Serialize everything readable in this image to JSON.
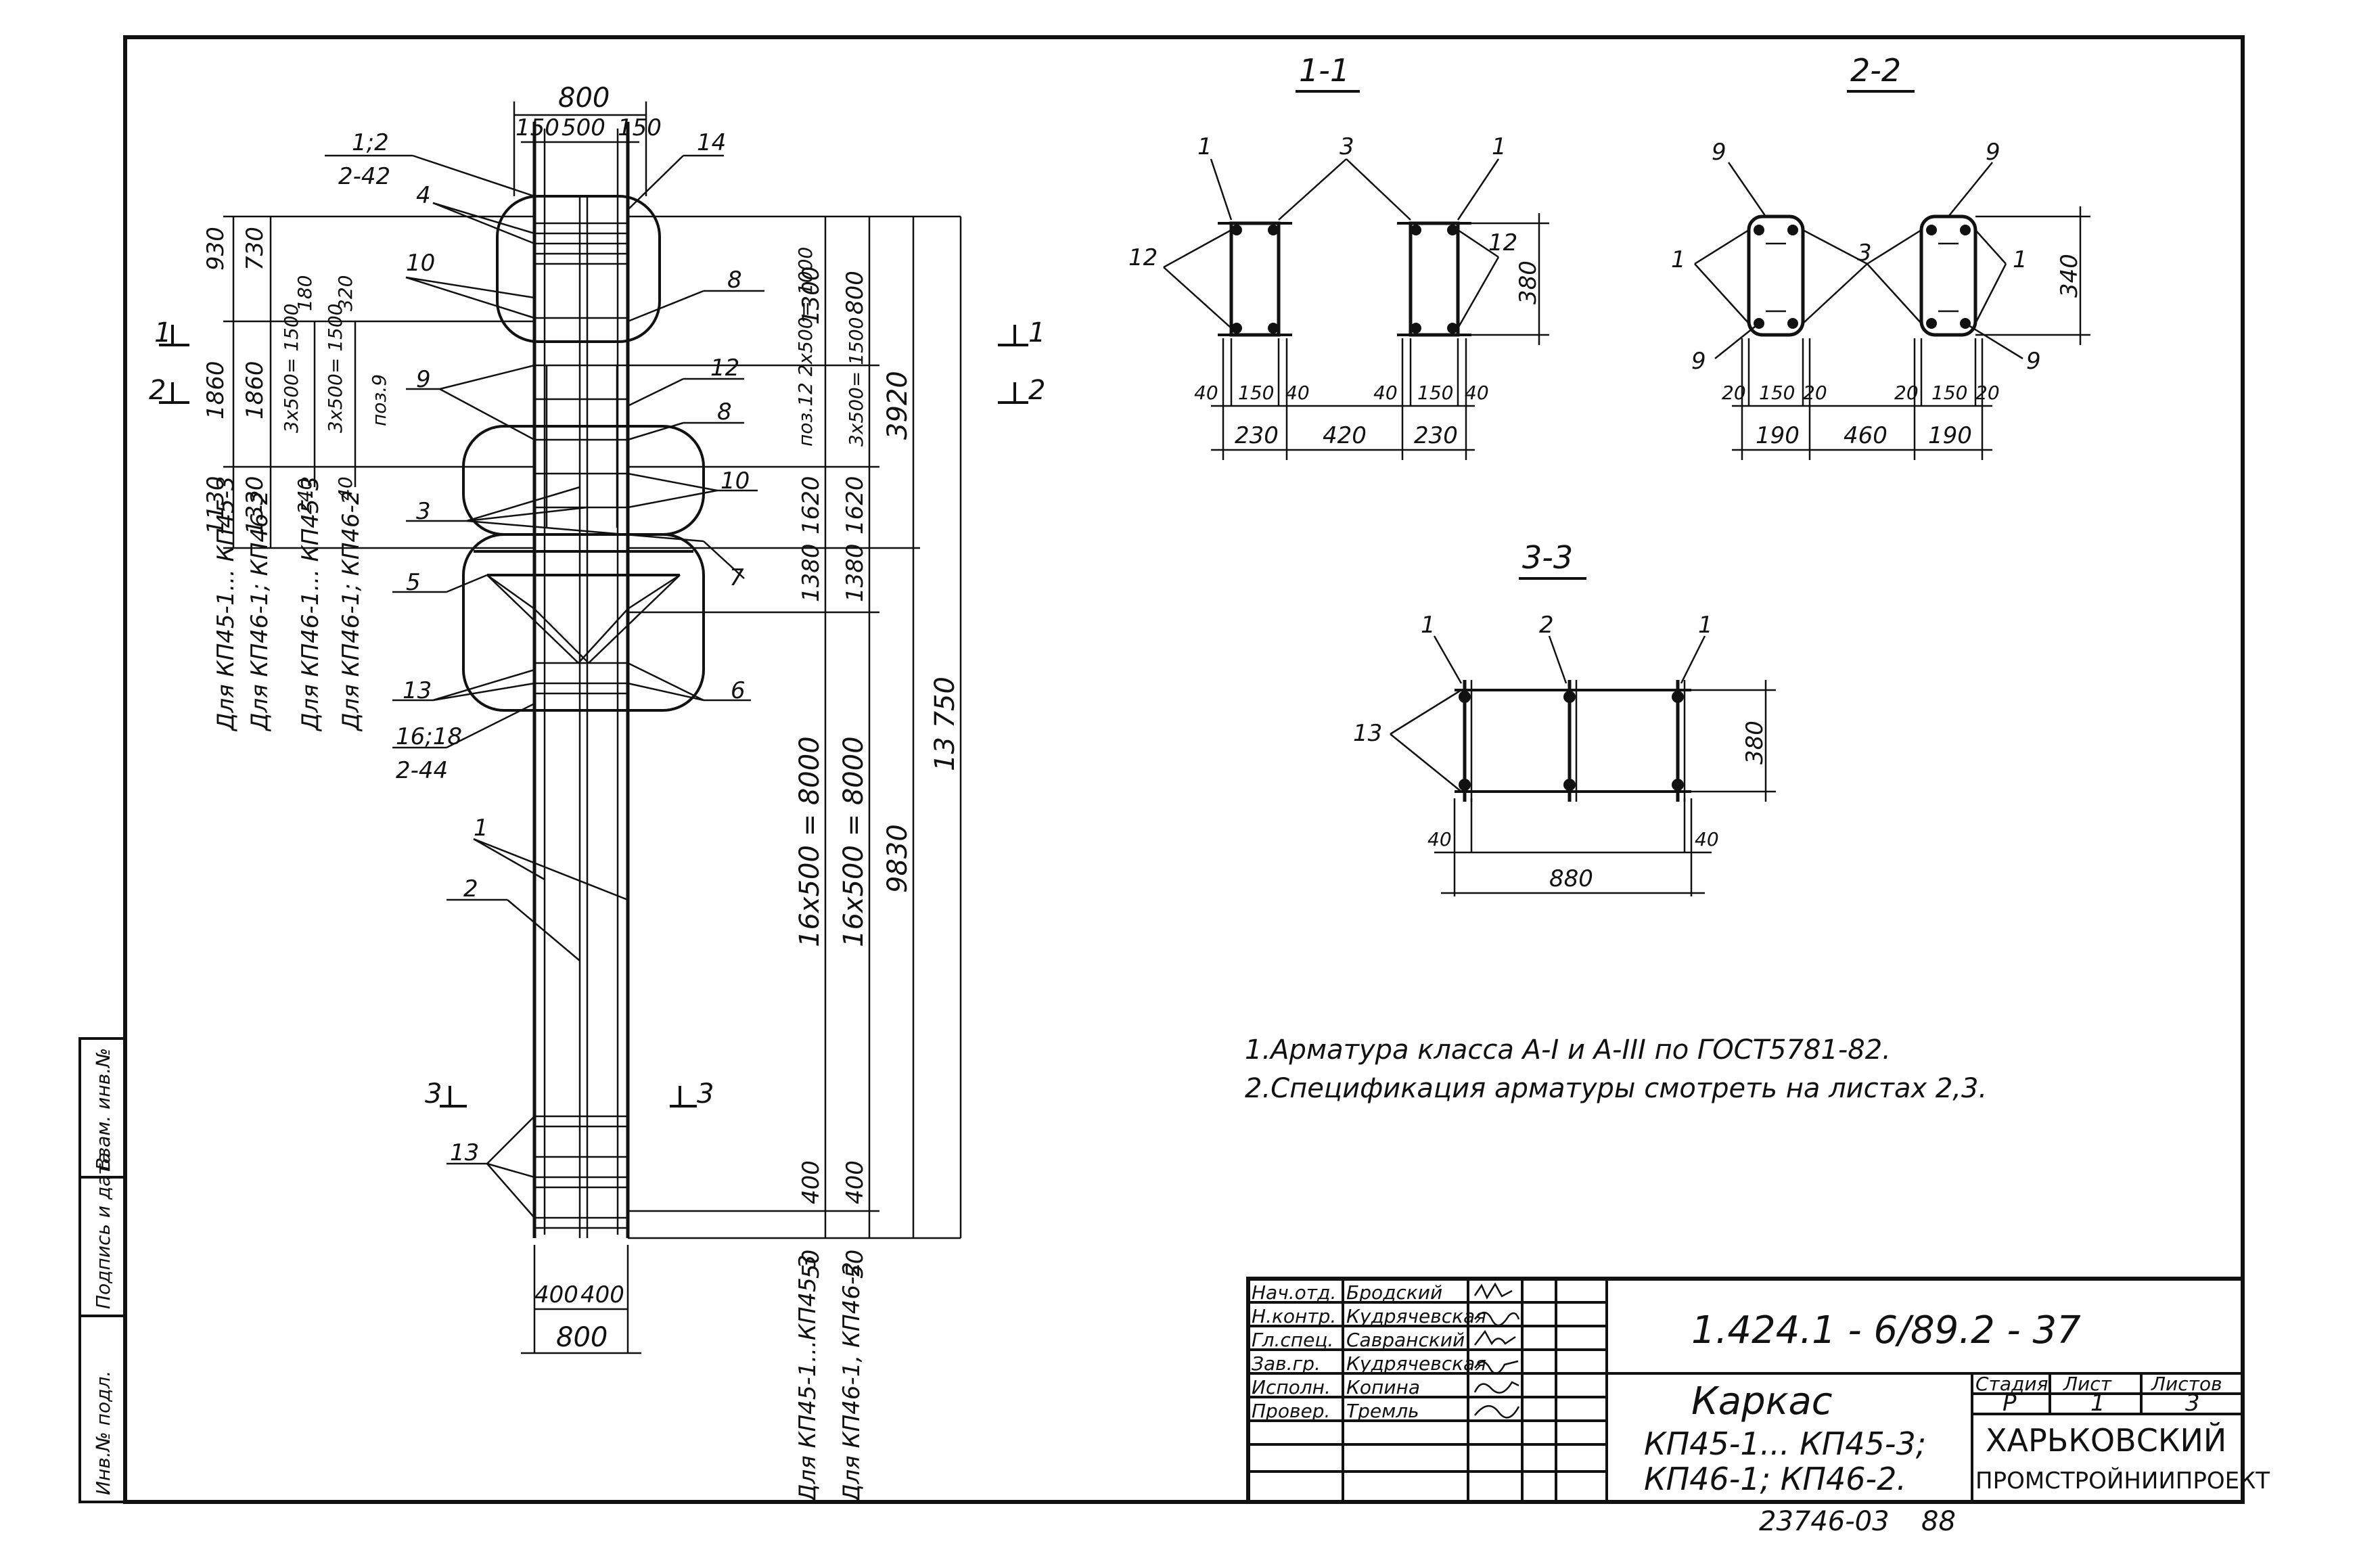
{
  "sections": {
    "s11": "1-1",
    "s22": "2-2",
    "s33": "3-3"
  },
  "elevation": {
    "top_dims": [
      "800",
      "150",
      "500",
      "150"
    ],
    "bottom_dims": [
      "400",
      "400",
      "800"
    ],
    "left_dims": [
      "930",
      "730",
      "1860",
      "1860",
      "1130",
      "1330"
    ],
    "inner_dims": [
      "180",
      "320",
      "3x500=\n1500",
      "3x500=\n1500",
      "поз.9",
      "240",
      "40"
    ],
    "right_dims": [
      "1300",
      "800",
      "поз.12\n2x500=\n1000",
      "3x500=\n1500",
      "1620",
      "1620",
      "1380",
      "1380",
      "16x500 = 8000",
      "16x500 = 8000",
      "400",
      "400",
      "50",
      "50",
      "3920",
      "9830",
      "13 750"
    ],
    "apply_labels": [
      "Для КП45-1... КП45-3",
      "Для КП46-1; КП46-2",
      "Для КП46-1... КП45-3",
      "Для КП46-1; КП46-2",
      "Для КП45-1...КП45-3",
      "Для КП46-1, КП46-2"
    ],
    "callouts": [
      "1;2",
      "2-42",
      "14",
      "4",
      "10",
      "8",
      "12",
      "8",
      "9",
      "10",
      "3",
      "7",
      "5",
      "13",
      "6",
      "16;18",
      "2-44",
      "1",
      "2",
      "13"
    ],
    "section_marks": [
      "1",
      "2",
      "1",
      "2",
      "3",
      "3"
    ]
  },
  "section_11": {
    "callouts": [
      "1",
      "3",
      "1",
      "12",
      "12"
    ],
    "dims": [
      "40",
      "150",
      "40",
      "40",
      "150",
      "40",
      "230",
      "420",
      "230",
      "380"
    ]
  },
  "section_22": {
    "callouts": [
      "9",
      "9",
      "1",
      "3",
      "1",
      "9",
      "9"
    ],
    "dims": [
      "20",
      "150",
      "20",
      "20",
      "150",
      "20",
      "190",
      "460",
      "190",
      "340"
    ]
  },
  "section_33": {
    "callouts": [
      "1",
      "2",
      "1",
      "13"
    ],
    "dims": [
      "40",
      "40",
      "880",
      "380"
    ]
  },
  "notes": [
    "1.Арматура класса А-I и А-III по ГОСТ5781-82.",
    "2.Спецификация арматуры смотреть на листах 2,3."
  ],
  "side_stamp": {
    "cells": [
      "Инв.№ подл.",
      "Подпись и дата",
      "Взам. инв.№"
    ]
  },
  "title_block": {
    "code": "1.424.1 - 6/89.2 - 37",
    "title": "Каркас",
    "subtitle_1": "КП45-1... КП45-3;",
    "subtitle_2": "КП46-1; КП46-2.",
    "stage_label": "Стадия",
    "sheet_label": "Лист",
    "sheets_label": "Листов",
    "stage": "Р",
    "sheet": "1",
    "sheets": "3",
    "org_1": "ХАРЬКОВСКИЙ",
    "org_2": "ПРОМСТРОЙНИИПРОЕКТ",
    "roles": [
      {
        "role": "Нач.отд.",
        "name": "Бродский"
      },
      {
        "role": "Н.контр.",
        "name": "Кудрячевская"
      },
      {
        "role": "Гл.спец.",
        "name": "Савранский"
      },
      {
        "role": "Зав.гр.",
        "name": "Кудрячевская"
      },
      {
        "role": "Исполн.",
        "name": "Копина"
      },
      {
        "role": "Провер.",
        "name": "Тремль"
      }
    ]
  },
  "footer": {
    "number": "23746-03",
    "page": "88"
  }
}
